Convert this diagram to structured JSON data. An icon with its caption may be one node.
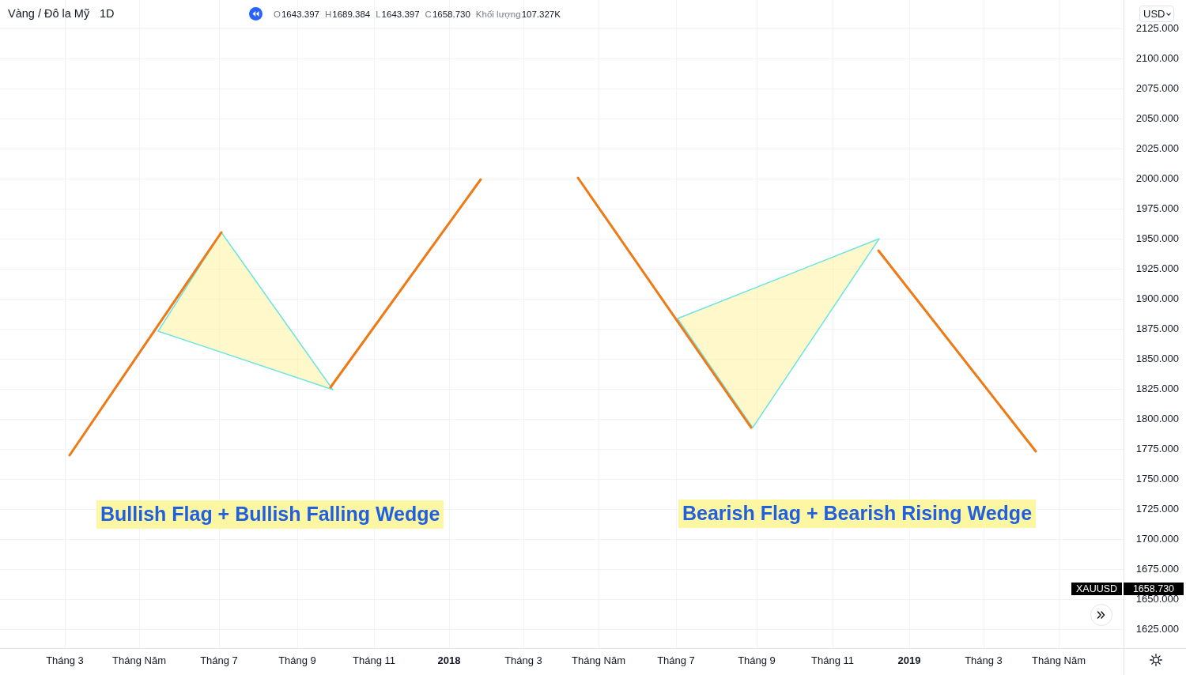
{
  "diagram": {
    "nodes": [
      {
        "text": [
          "Bullish Flag + Bullish Falling Wedge"
        ]
      },
      {
        "text": [
          "Bearish Flag + Bearish Rising Wedge"
        ]
      }
    ],
    "labels": [
      "Vàng / Đô la Mỹ",
      "1D",
      "O",
      "1643.397",
      "H",
      "1689.384",
      "L",
      "1643.397",
      "C",
      "1658.730",
      "Khối lượng",
      "107.327K",
      "USD",
      "2125.000",
      "2100.000",
      "2075.000",
      "2050.000",
      "2025.000",
      "2000.000",
      "1975.000",
      "1950.000",
      "1925.000",
      "1900.000",
      "1875.000",
      "1850.000",
      "1825.000",
      "1800.000",
      "1775.000",
      "1750.000",
      "1725.000",
      "1700.000",
      "1675.000",
      "1650.000",
      "1625.000",
      "XAUUSD",
      "1658.730",
      "Tháng 3",
      "Tháng Năm",
      "Tháng 7",
      "Tháng 9",
      "Tháng 11",
      "2018",
      "Tháng 3",
      "Tháng Năm",
      "Tháng 7",
      "Tháng 9",
      "Tháng 11",
      "2019",
      "Tháng 3",
      "Tháng Năm"
    ]
  }
}
